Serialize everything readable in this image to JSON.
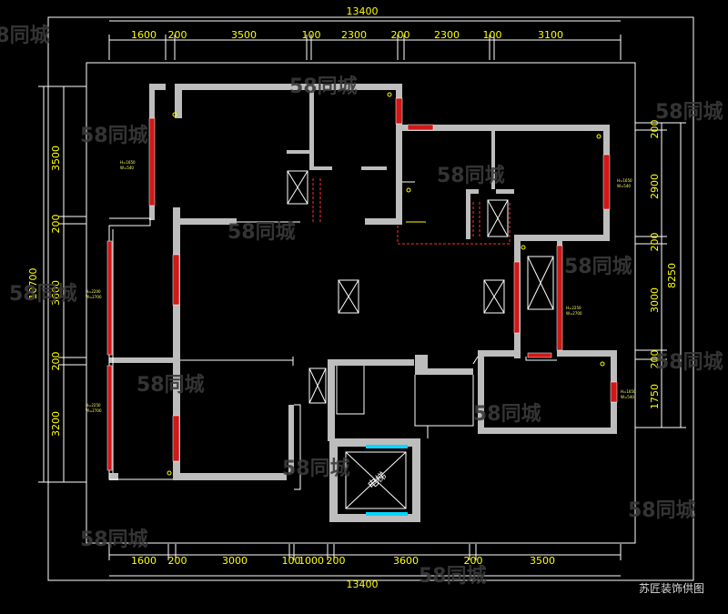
{
  "dimensions": {
    "top_total": "13400",
    "bottom_total": "13400",
    "top_segments": [
      "1600",
      "200",
      "3500",
      "100",
      "2300",
      "200",
      "2300",
      "100",
      "3100"
    ],
    "bottom_segments": [
      "1600",
      "200",
      "3000",
      "100",
      "1000",
      "200",
      "3600",
      "200",
      "3500"
    ],
    "left_total": "10700",
    "left_segments": [
      "3500",
      "200",
      "3600",
      "200",
      "3200"
    ],
    "right_total": "8250",
    "right_segments": [
      "200",
      "2900",
      "200",
      "3000",
      "200",
      "1750"
    ]
  },
  "window_notes": {
    "a": [
      "H=1650",
      "W=540"
    ],
    "b": [
      "H=2200",
      "W=2700"
    ],
    "c": [
      "H=2250",
      "W=2700"
    ]
  },
  "elevator_label": "电梯",
  "watermark": "58同城",
  "credit": "苏匠装饰供图",
  "colors": {
    "background": "#000000",
    "wall": "#bdbdbd",
    "line": "#ffffff",
    "dimension": "#ffff00",
    "window": "#d01818",
    "door_mark": "#ff3030",
    "glass": "#00d8ff"
  }
}
